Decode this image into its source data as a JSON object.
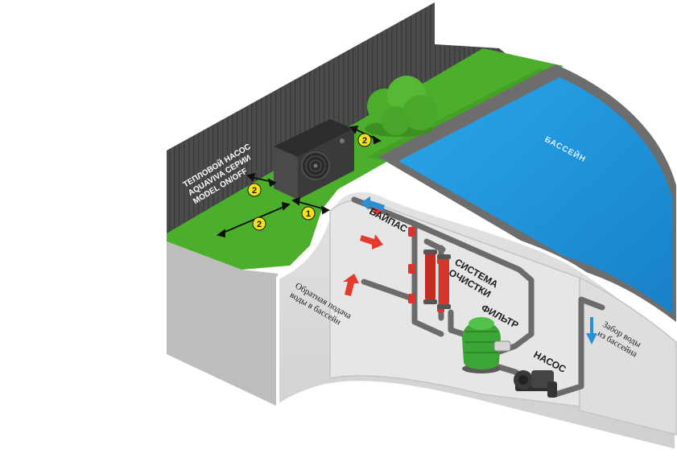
{
  "labels": {
    "heat_pump_line1": "ТЕПЛОВОЙ НАСОС",
    "heat_pump_line2": "AQUAVIVA СЕРИИ",
    "heat_pump_line3": "MODEL ON/OFF",
    "pool": "БАССЕЙН",
    "bypass": "БАЙПАС",
    "cleaning_line1": "СИСТЕМА",
    "cleaning_line2": "ОЧИСТКИ",
    "filter": "ФИЛЬТР",
    "pump": "НАСОС",
    "return_line1": "Обратная подача",
    "return_line2": "воды в бассейн",
    "intake_line1": "Забор воды",
    "intake_line2": "из бассейна"
  },
  "badges": {
    "b1": "1",
    "b2a": "2",
    "b2b": "2",
    "b2c": "2"
  },
  "colors": {
    "wall": "#4a4a4a",
    "grass": "#4caf2c",
    "pool_water": "#1e9be0",
    "pool_border": "#6d6d6d",
    "ground_front": "#dcdcdc",
    "ground_side": "#bdbdbd",
    "pipe": "#6b6b6b",
    "valve_red": "#e0312b",
    "badge_yellow": "#f6e21a",
    "arrow_red": "#e53b2f",
    "arrow_blue": "#2b8fd6"
  }
}
